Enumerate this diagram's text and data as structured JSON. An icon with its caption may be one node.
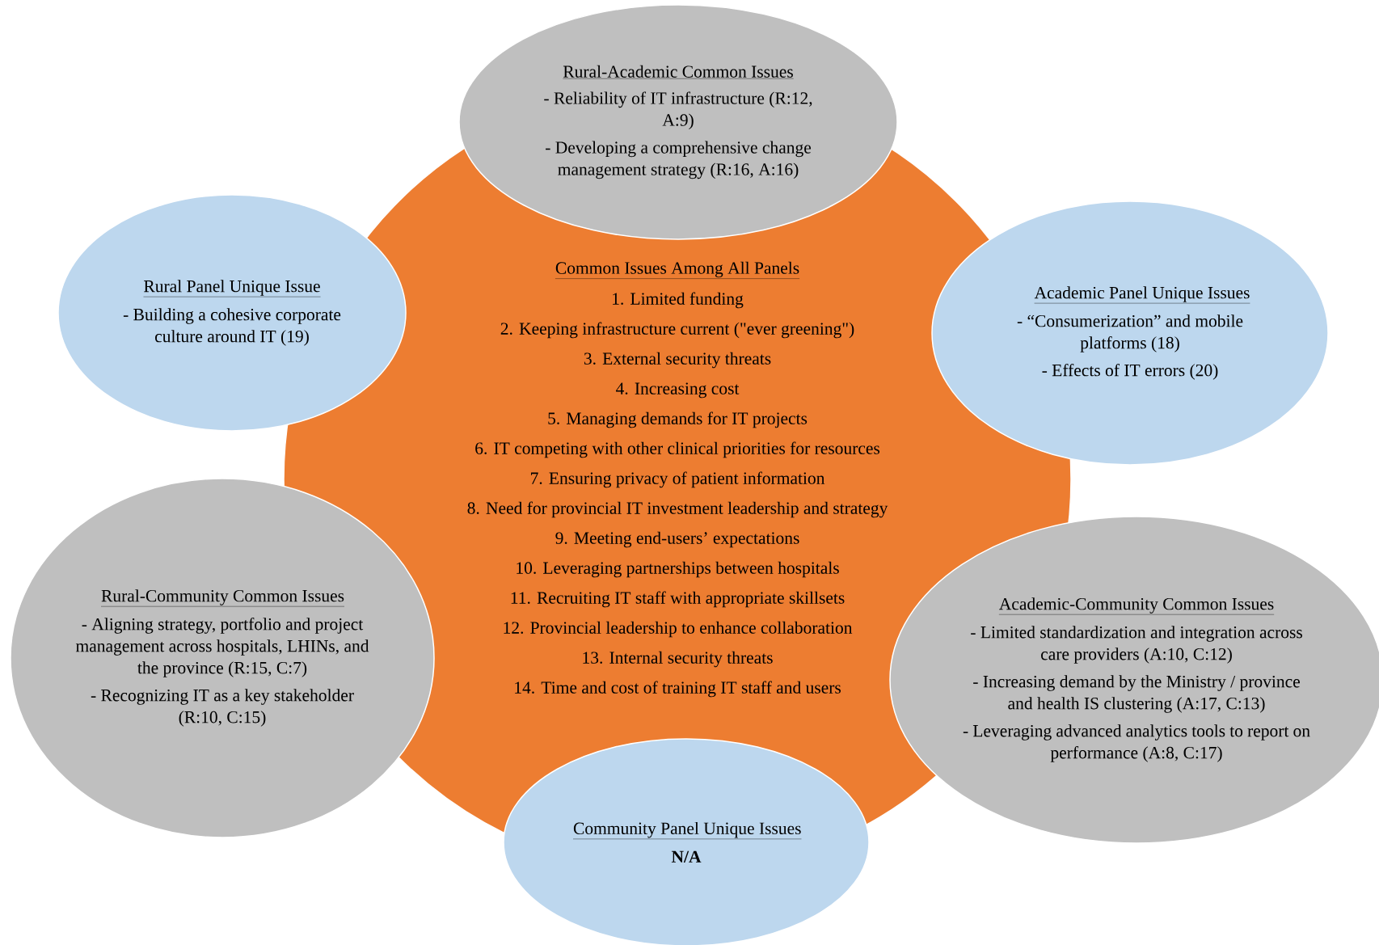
{
  "diagram": {
    "nodes": [
      {
        "text": [
          "Rural-Academic Common Issues",
          "- Reliability of IT infrastructure (R:12, A:9)",
          "- Developing a comprehensive change management strategy (R:16, A:16)"
        ]
      },
      {
        "text": [
          "Rural Panel Unique Issue",
          "- Building a cohesive corporate culture around IT (19)"
        ]
      },
      {
        "text": [
          "Common Issues Among All Panels",
          "1. Limited funding",
          "2. Keeping infrastructure current (\"ever greening\")",
          "3. External security threats",
          "4. Increasing cost",
          "5. Managing demands for IT projects",
          "6. IT competing with other clinical priorities for resources",
          "7. Ensuring privacy of patient information",
          "8. Need for provincial IT investment leadership and strategy",
          "9. Meeting end-users’ expectations",
          "10. Leveraging partnerships between hospitals",
          "11. Recruiting IT staff with appropriate skillsets",
          "12. Provincial leadership to enhance collaboration",
          "13. Internal security threats",
          "14. Time and cost of training IT staff and users"
        ]
      },
      {
        "text": [
          "Academic Panel Unique Issues",
          "- “Consumerization” and mobile platforms (18)",
          "- Effects of IT errors (20)"
        ]
      },
      {
        "text": [
          "Rural-Community Common Issues",
          "- Aligning strategy, portfolio and project management across hospitals, LHINs, and the province (R:15, C:7)",
          "- Recognizing IT as a key stakeholder (R:10, C:15)"
        ]
      },
      {
        "text": [
          "Academic-Community Common Issues",
          "- Limited standardization and integration across care providers (A:10, C:12)",
          "- Increasing demand by the Ministry / province and health IS clustering (A:17, C:13)",
          "- Leveraging advanced analytics tools to report on performance (A:8, C:17)"
        ]
      },
      {
        "text": [
          "Community Panel Unique Issues",
          "N/A"
        ]
      }
    ]
  }
}
